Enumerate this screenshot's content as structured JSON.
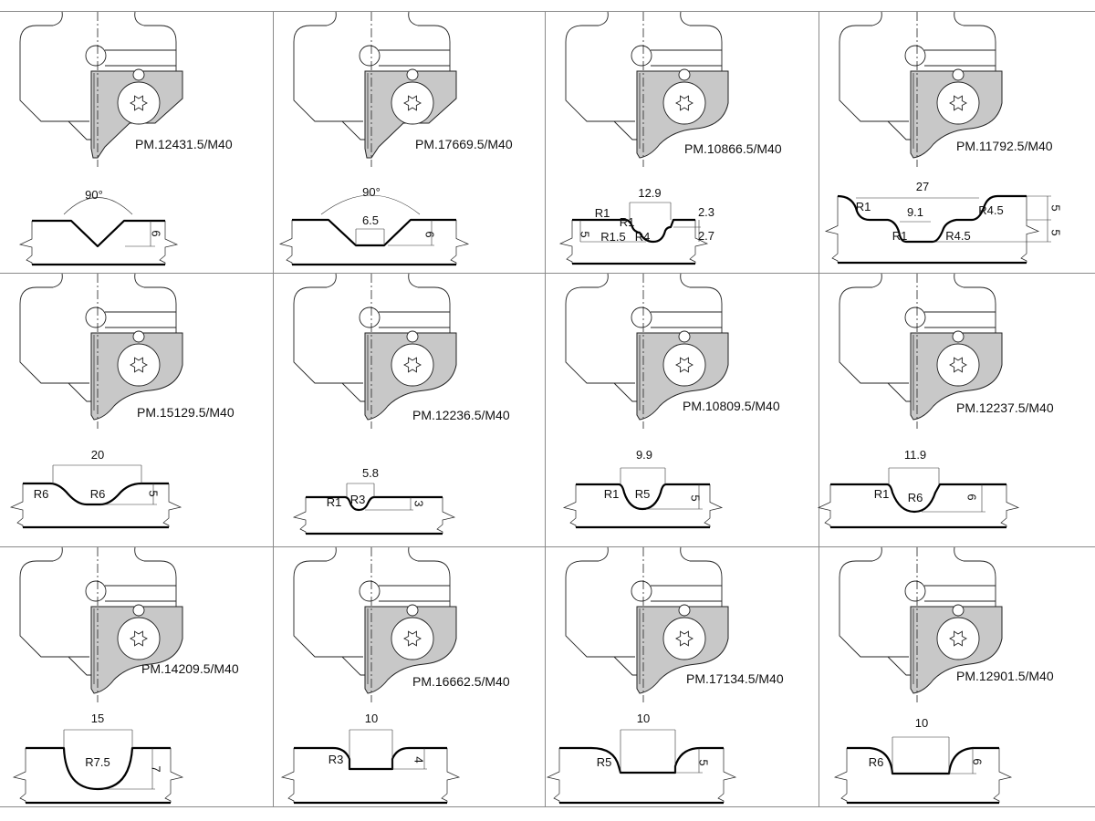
{
  "colors": {
    "insert_fill": "#c8c8c8",
    "line": "#222222",
    "grid": "#8a8a8a"
  },
  "cells": [
    {
      "code": "PM.12431.5/M40",
      "labels": [
        "90°",
        "6"
      ]
    },
    {
      "code": "PM.17669.5/M40",
      "labels": [
        "90°",
        "6.5",
        "6"
      ]
    },
    {
      "code": "PM.10866.5/M40",
      "labels": [
        "12.9",
        "R1",
        "R1",
        "R1.5",
        "R4",
        "5",
        "2.3",
        "2.7"
      ]
    },
    {
      "code": "PM.11792.5/M40",
      "labels": [
        "27",
        "R1",
        "9.1",
        "R1",
        "R4.5",
        "R4.5",
        "5",
        "5"
      ]
    },
    {
      "code": "PM.15129.5/M40",
      "labels": [
        "20",
        "R6",
        "R6",
        "5"
      ]
    },
    {
      "code": "PM.12236.5/M40",
      "labels": [
        "5.8",
        "R1",
        "R3",
        "3"
      ]
    },
    {
      "code": "PM.10809.5/M40",
      "labels": [
        "9.9",
        "R1",
        "R5",
        "5"
      ]
    },
    {
      "code": "PM.12237.5/M40",
      "labels": [
        "11.9",
        "R1",
        "R6",
        "6"
      ]
    },
    {
      "code": "PM.14209.5/M40",
      "labels": [
        "15",
        "R7.5",
        "7"
      ]
    },
    {
      "code": "PM.16662.5/M40",
      "labels": [
        "10",
        "R3",
        "4"
      ]
    },
    {
      "code": "PM.17134.5/M40",
      "labels": [
        "10",
        "R5",
        "5"
      ]
    },
    {
      "code": "PM.12901.5/M40",
      "labels": [
        "10",
        "R6",
        "6"
      ]
    }
  ]
}
